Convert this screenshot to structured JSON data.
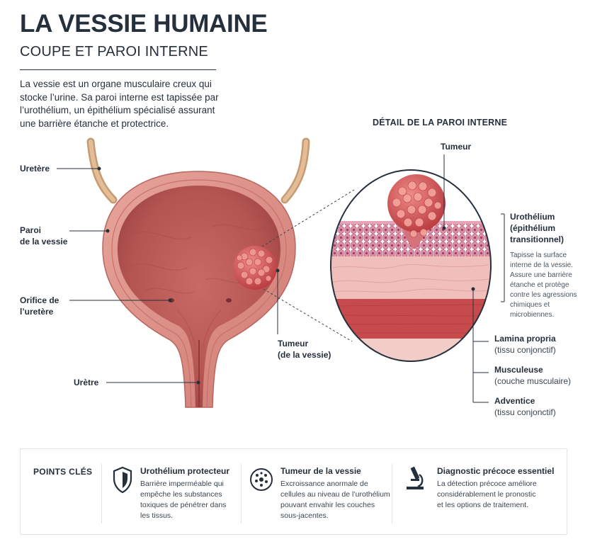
{
  "header": {
    "title": "LA VESSIE HUMAINE",
    "subtitle": "COUPE ET PAROI INTERNE",
    "intro_lines": [
      "La vessie est un organe musculaire creux qui",
      "stocke l’urine. Sa paroi interne est tapissée par",
      "l’urothélium, un épithélium spécialisé assurant",
      "une barrière étanche et protectrice."
    ]
  },
  "diagram_labels": {
    "uretere": "Uretère",
    "paroi_1": "Paroi",
    "paroi_2": "de la vessie",
    "orifice_1": "Orifice de",
    "orifice_2": "l’uretère",
    "uretre": "Urètre",
    "tumeur_1": "Tumeur",
    "tumeur_2": "(de la vessie)"
  },
  "detail": {
    "title": "DÉTAIL DE LA PAROI INTERNE",
    "tumeur": "Tumeur",
    "urothelium_1": "Urothélium",
    "urothelium_2": "(épithélium",
    "urothelium_3": "transitionnel)",
    "urothelium_desc": [
      "Tapisse la surface",
      "interne de la vessie.",
      "Assure une barrière",
      "étanche et protège",
      "contre les agressions",
      "chimiques et",
      "microbiennes."
    ],
    "lamina_name": "Lamina propria",
    "lamina_sub": "(tissu conjonctif)",
    "musculeuse_name": "Musculeuse",
    "musculeuse_sub": "(couche musculaire)",
    "adventice_name": "Adventice",
    "adventice_sub": "(tissu conjonctif)"
  },
  "key_points": {
    "title": "POINTS CLÉS",
    "items": [
      {
        "icon": "shield-icon",
        "title": "Urothélium protecteur",
        "lines": [
          "Barrière imperméable qui",
          "empêche les substances",
          "toxiques de pénétrer dans",
          "les tissus."
        ]
      },
      {
        "icon": "cell-icon",
        "title": "Tumeur de la vessie",
        "lines": [
          "Excroissance anormale de",
          "cellules au niveau de l’urothélium",
          "pouvant envahir les couches",
          "sous-jacentes."
        ]
      },
      {
        "icon": "microscope-icon",
        "title": "Diagnostic précoce essentiel",
        "lines": [
          "La détection précoce améliore",
          "considérablement le pronostic",
          "et les options de traitement."
        ]
      }
    ]
  },
  "colors": {
    "text": "#26303d",
    "bladder_outer": "#d98a80",
    "bladder_inner": "#c0605c",
    "tumor": "#d4595c",
    "ureter": "#d6ad86"
  }
}
